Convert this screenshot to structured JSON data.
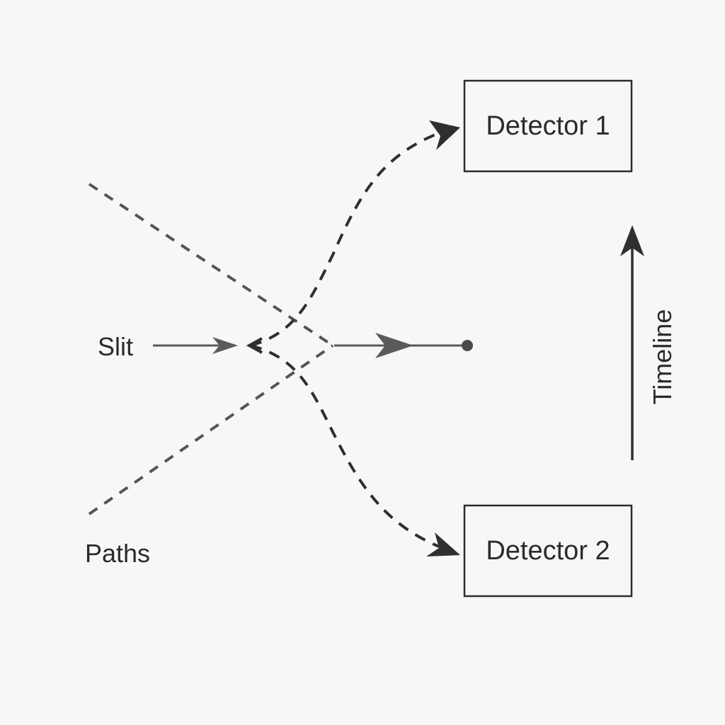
{
  "labels": {
    "slit": "Slit",
    "paths": "Paths",
    "timeline": "Timeline",
    "detector_1": "Detector 1",
    "detector_2": "Detector 2"
  },
  "colors": {
    "background": "#f7f7f7",
    "ink": "#2b2b2b",
    "gray": "#555555"
  }
}
